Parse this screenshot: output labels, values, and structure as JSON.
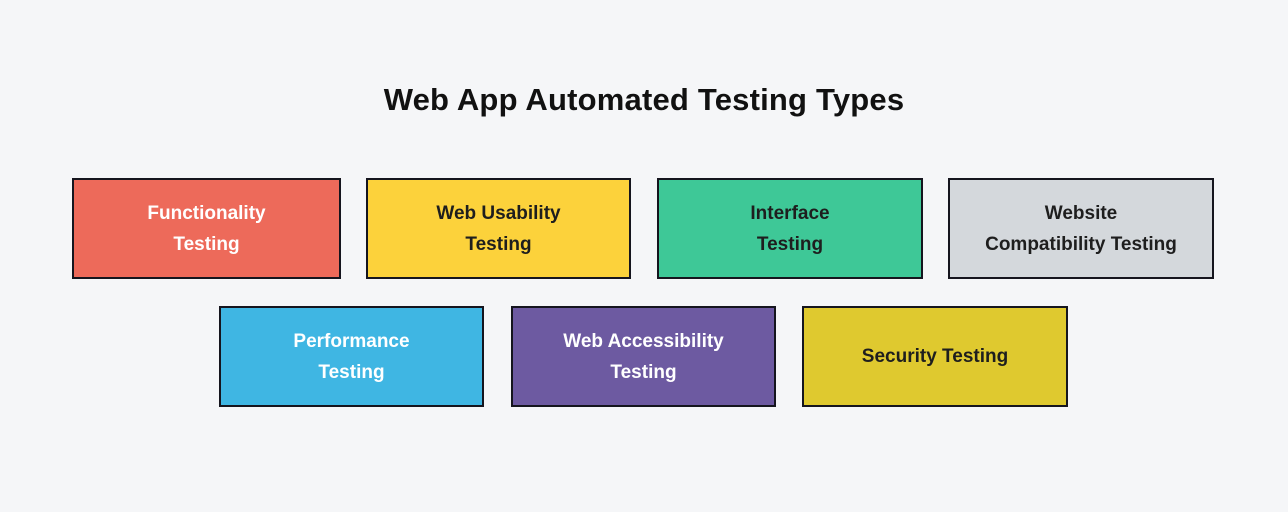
{
  "title": "Web App Automated Testing Types",
  "colors": {
    "background": "#F5F6F8",
    "border": "#15151E",
    "title_text": "#111111"
  },
  "boxes": [
    {
      "id": "functionality-testing",
      "lines": [
        "Functionality",
        "Testing"
      ],
      "bg": "#ED6A5A",
      "text_color": "#FFFFFF"
    },
    {
      "id": "web-usability-testing",
      "lines": [
        "Web Usability",
        "Testing"
      ],
      "bg": "#FCD23B",
      "text_color": "#1E1E1E"
    },
    {
      "id": "interface-testing",
      "lines": [
        "Interface",
        "Testing"
      ],
      "bg": "#3EC897",
      "text_color": "#1E1E1E"
    },
    {
      "id": "website-compatibility-testing",
      "lines": [
        "Website",
        "Compatibility Testing"
      ],
      "bg": "#D4D8DC",
      "text_color": "#1E1E1E"
    },
    {
      "id": "performance-testing",
      "lines": [
        "Performance",
        "Testing"
      ],
      "bg": "#3FB6E3",
      "text_color": "#FFFFFF"
    },
    {
      "id": "web-accessibility-testing",
      "lines": [
        "Web Accessibility",
        "Testing"
      ],
      "bg": "#6D5AA1",
      "text_color": "#FFFFFF"
    },
    {
      "id": "security-testing",
      "lines": [
        "Security Testing"
      ],
      "bg": "#DFC92F",
      "text_color": "#1E1E1E"
    }
  ]
}
